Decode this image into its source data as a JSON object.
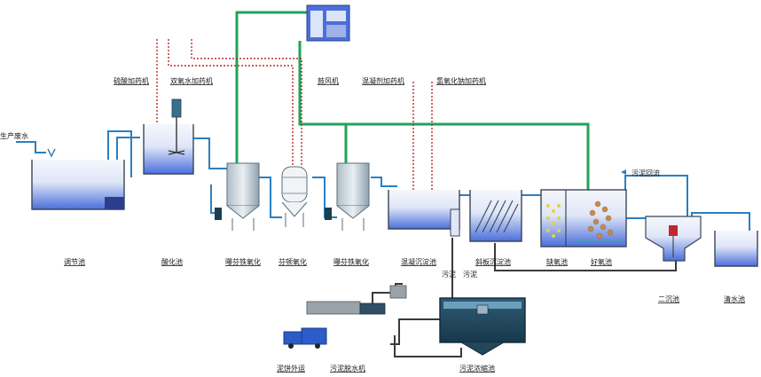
{
  "diagram": {
    "labels": {
      "inlet": "生产废水",
      "equalization_tank": "调节池",
      "acidification_tank": "酸化池",
      "iron_carbon_1": "曝芬铁氧化",
      "iron_carbon_2": "曝芬铁氧化",
      "fenton_oxidation": "芬顿氧化",
      "coagulation_tank": "混凝沉淀池",
      "inclined_settling": "斜板沉淀池",
      "anoxic_tank": "缺氧池",
      "aerobic_tank": "好氧池",
      "secondary_clarifier": "二沉池",
      "clear_water_tank": "清水池",
      "sludge_thickener": "污泥浓缩池",
      "sludge_dewatering": "污泥脱水机",
      "sludge_transport": "泥饼外运",
      "sludge_return": "污泥回流",
      "blower": "鼓风机",
      "acid_dosing": "硫酸加药机",
      "peroxide_dosing": "双氧水加药机",
      "coagulant_dosing": "混凝剂加药机",
      "naoh_dosing": "氢氧化钠加药机",
      "sludge_pipe_a": "污泥",
      "sludge_pipe_b": "污泥"
    },
    "colors": {
      "water_pipe": "#2b7fc1",
      "air_pipe": "#21a35a",
      "dosing_line": "#c0282d",
      "sludge_pipe": "#3a3a3a",
      "water_fill": "#4a6fd8"
    }
  }
}
